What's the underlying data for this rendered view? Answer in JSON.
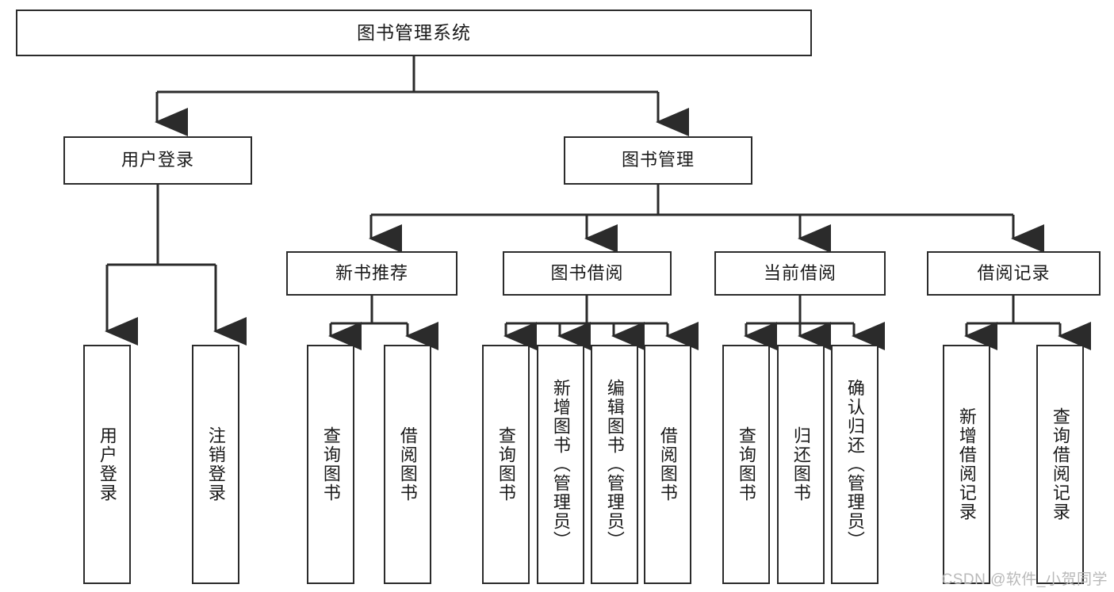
{
  "diagram": {
    "title": "图书管理系统",
    "type": "tree-hierarchy",
    "root": {
      "label": "图书管理系统"
    },
    "level1": [
      {
        "label": "用户登录"
      },
      {
        "label": "图书管理"
      }
    ],
    "level2": [
      {
        "label": "新书推荐"
      },
      {
        "label": "图书借阅"
      },
      {
        "label": "当前借阅"
      },
      {
        "label": "借阅记录"
      }
    ],
    "leaves": {
      "user_login": [
        {
          "label": "用户登录"
        },
        {
          "label": "注销登录"
        }
      ],
      "new_book_recommend": [
        {
          "label": "查询图书"
        },
        {
          "label": "借阅图书"
        }
      ],
      "book_borrow": [
        {
          "label": "查询图书"
        },
        {
          "label": "新增图书（管理员）"
        },
        {
          "label": "编辑图书（管理员）"
        },
        {
          "label": "借阅图书"
        }
      ],
      "current_borrow": [
        {
          "label": "查询图书"
        },
        {
          "label": "归还图书"
        },
        {
          "label": "确认归还（管理员）"
        }
      ],
      "borrow_record": [
        {
          "label": "新增借阅记录"
        },
        {
          "label": "查询借阅记录"
        }
      ]
    }
  },
  "watermark": {
    "text": "CSDN @软件_小贺同学"
  },
  "colors": {
    "stroke": "#2b2b2b",
    "box_fill": "#ffffff",
    "text": "#1a1a1a",
    "watermark": "#b9b9b9",
    "background": "#ffffff"
  }
}
